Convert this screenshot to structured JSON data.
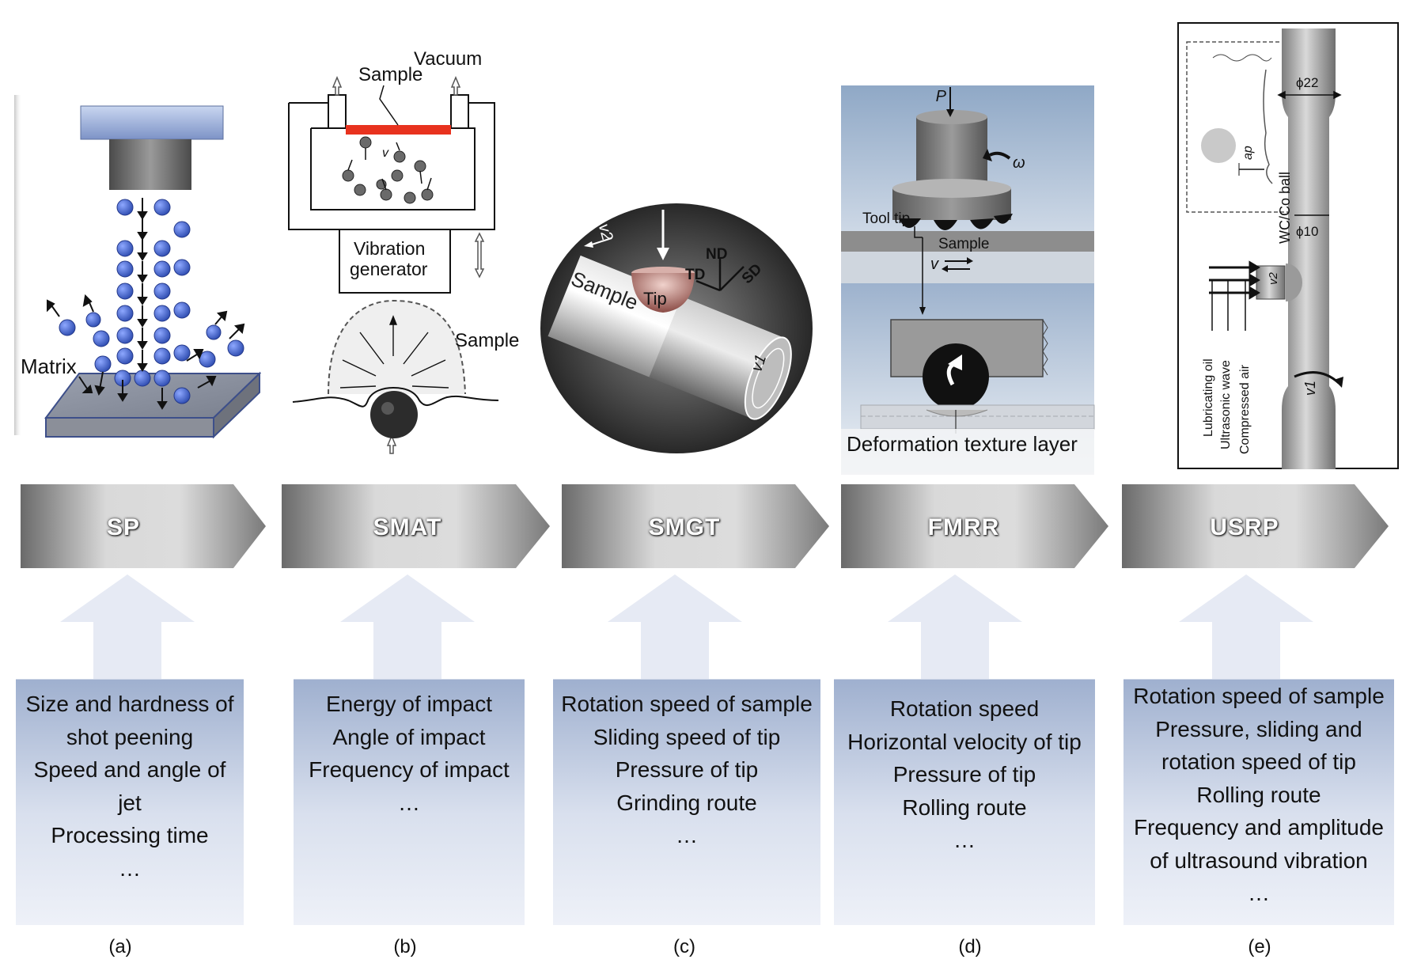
{
  "illustrations": {
    "a": {
      "matrix_label": "Matrix"
    },
    "b": {
      "vacuum_label": "Vacuum",
      "sample_label": "Sample",
      "vibration_label_line1": "Vibration",
      "vibration_label_line2": "generator",
      "v1_label": "v",
      "sample_label2": "Sample"
    },
    "c": {
      "v2_label": "v2",
      "tip_label": "Tip",
      "sample_label": "Sample",
      "nd_label": "ND",
      "td_label": "TD",
      "sd_label": "SD",
      "v1_label": "v1"
    },
    "d": {
      "p_label": "P",
      "omega_label": "ω",
      "tool_tip_label": "Tool tip",
      "sample_label": "Sample",
      "v_label": "v",
      "texture_label": "Deformation texture layer"
    },
    "e": {
      "phi22_label": "ϕ22",
      "ap_label": "ap",
      "wc_ball_label": "WC/Co ball",
      "phi10_label": "ϕ10",
      "v2_label": "v2",
      "lub_label": "Lubricating oil",
      "ultra_label": "Ultrasonic wave",
      "air_label": "Compressed air",
      "v1_label": "v1"
    }
  },
  "methods": [
    {
      "name": "SP",
      "caption": "(a)",
      "params": [
        "Size and hardness of",
        "shot peening",
        "Speed and angle of",
        "jet",
        "Processing time",
        "…"
      ]
    },
    {
      "name": "SMAT",
      "caption": "(b)",
      "params": [
        "Energy of impact",
        "Angle of impact",
        "Frequency of impact",
        "…"
      ]
    },
    {
      "name": "SMGT",
      "caption": "(c)",
      "params": [
        "Rotation speed of sample",
        "Sliding speed of tip",
        "Pressure of tip",
        "Grinding route",
        "…"
      ]
    },
    {
      "name": "FMRR",
      "caption": "(d)",
      "params": [
        "Rotation speed",
        "Horizontal velocity of tip",
        "Pressure of tip",
        "Rolling route",
        "…"
      ]
    },
    {
      "name": "USRP",
      "caption": "(e)",
      "params": [
        "Rotation speed of sample",
        "Pressure, sliding and",
        "rotation speed of tip",
        "Rolling route",
        "Frequency and amplitude",
        "of ultrasound vibration",
        "…"
      ]
    }
  ],
  "colors": {
    "shot_blue": "#4a68c8",
    "red_sample": "#e8321e",
    "chevron_dark": "#6f6f6f",
    "chevron_light": "#d9d9d9",
    "panel_blue": "#a8b7d4",
    "arrow_blue": "#e6eaf4"
  }
}
